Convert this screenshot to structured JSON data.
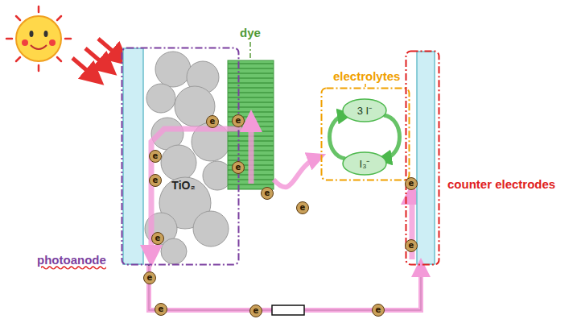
{
  "diagram": {
    "nodes": [
      {
        "text": [
          "photoanode"
        ]
      },
      {
        "text": [
          "TiO₂"
        ],
        "in": 0
      },
      {
        "text": [
          "dye"
        ]
      },
      {
        "text": [
          "electrolytes"
        ]
      },
      {
        "text": [
          "3 I⁻"
        ],
        "in": 3
      },
      {
        "text": [
          "I₃⁻"
        ],
        "in": 3
      },
      {
        "text": [
          "counter electrodes"
        ]
      }
    ],
    "edges": [
      {
        "from": 4,
        "to": 5,
        "arrow": "to"
      },
      {
        "from": 5,
        "to": 4,
        "arrow": "to"
      },
      {
        "from": 2,
        "to": 3,
        "arrow": "to"
      },
      {
        "from": 0,
        "to": 6,
        "arrow": "to"
      }
    ],
    "labels": [
      "e",
      "e",
      "e",
      "e",
      "e",
      "e",
      "e",
      "e",
      "e",
      "e",
      "e",
      "e",
      "e",
      "e"
    ]
  }
}
